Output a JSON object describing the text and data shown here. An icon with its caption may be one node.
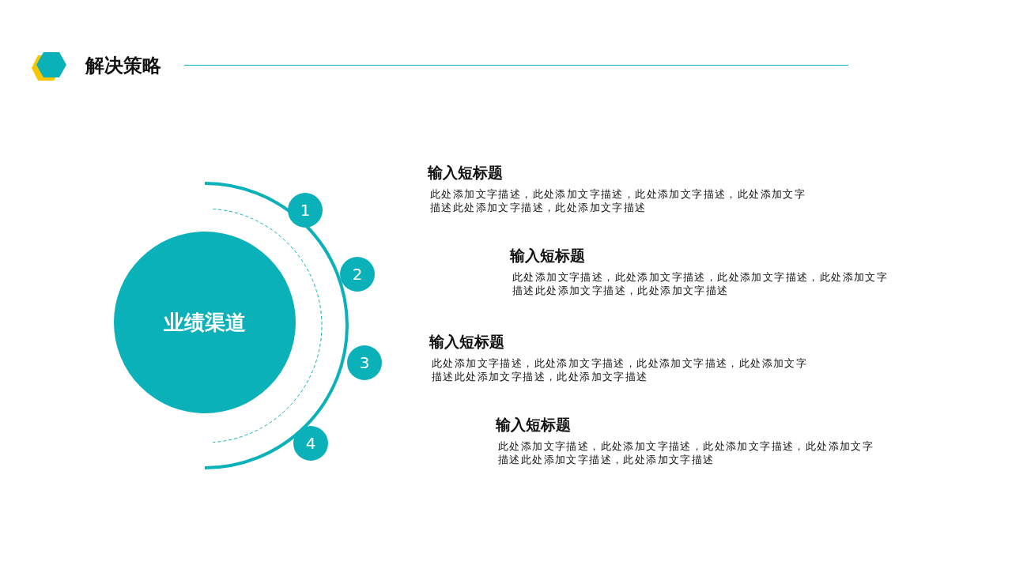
{
  "diagram": {
    "title": "解决策略",
    "nodes": [
      {
        "text": [
          "业绩渠道"
        ]
      },
      {
        "text": [
          "1"
        ]
      },
      {
        "text": [
          "2"
        ]
      },
      {
        "text": [
          "3"
        ]
      },
      {
        "text": [
          "4"
        ]
      }
    ],
    "labels": [
      "输入短标题",
      "此处添加文字描述，此处添加文字描述，此处添加文字描述，此处添加文字描述此处添加文字描述，此处添加文字描述",
      "输入短标题",
      "此处添加文字描述，此处添加文字描述，此处添加文字描述，此处添加文字描述此处添加文字描述，此处添加文字描述",
      "输入短标题",
      "此处添加文字描述，此处添加文字描述，此处添加文字描述，此处添加文字描述此处添加文字描述，此处添加文字描述",
      "输入短标题",
      "此处添加文字描述，此处添加文字描述，此处添加文字描述，此处添加文字描述此处添加文字描述，此处添加文字描述"
    ]
  }
}
